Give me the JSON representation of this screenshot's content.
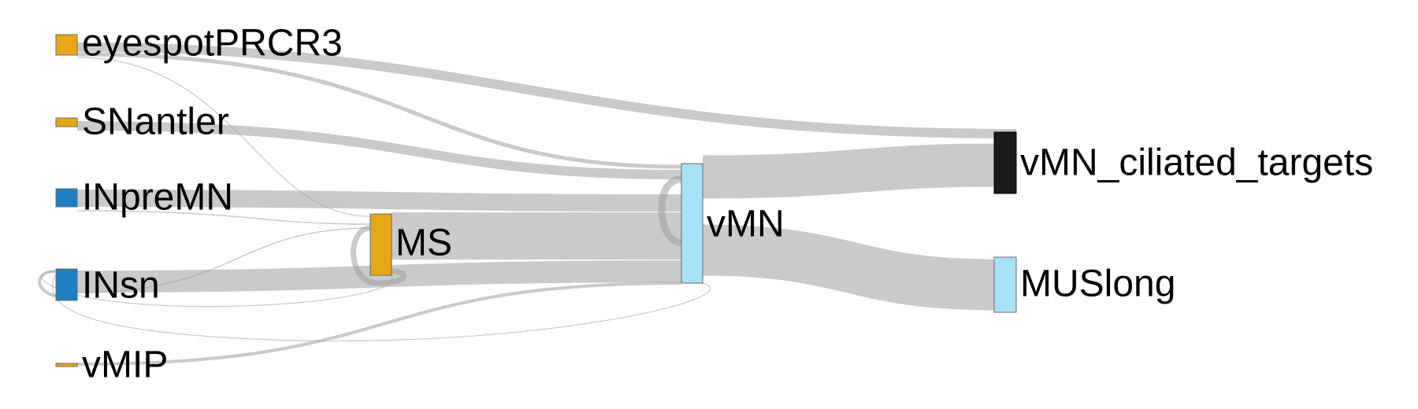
{
  "diagram": {
    "type": "sankey",
    "nodes": [
      {
        "id": "eyespotPRCR3",
        "label": "eyespotPRCR3",
        "color": "#E6A817"
      },
      {
        "id": "SNantler",
        "label": "SNantler",
        "color": "#E6A817"
      },
      {
        "id": "INpreMN",
        "label": "INpreMN",
        "color": "#1F7FC1"
      },
      {
        "id": "INsn",
        "label": "INsn",
        "color": "#1F7FC1"
      },
      {
        "id": "vMIP",
        "label": "vMIP",
        "color": "#E6A817"
      },
      {
        "id": "MS",
        "label": "MS",
        "color": "#E6A817"
      },
      {
        "id": "vMN",
        "label": "vMN",
        "color": "#A8E1FA"
      },
      {
        "id": "vMN_ciliated_targets",
        "label": "vMN_ciliated_targets",
        "color": "#1A1A1A"
      },
      {
        "id": "MUSlong",
        "label": "MUSlong",
        "color": "#A8E1FA"
      }
    ],
    "links": [
      {
        "source": "eyespotPRCR3",
        "target": "vMN_ciliated_targets"
      },
      {
        "source": "eyespotPRCR3",
        "target": "vMN"
      },
      {
        "source": "eyespotPRCR3",
        "target": "MS"
      },
      {
        "source": "SNantler",
        "target": "vMN"
      },
      {
        "source": "INpreMN",
        "target": "vMN"
      },
      {
        "source": "INpreMN",
        "target": "MS"
      },
      {
        "source": "INsn",
        "target": "MS"
      },
      {
        "source": "INsn",
        "target": "vMN"
      },
      {
        "source": "INsn",
        "target": "INsn"
      },
      {
        "source": "vMIP",
        "target": "vMN"
      },
      {
        "source": "MS",
        "target": "MS"
      },
      {
        "source": "MS",
        "target": "vMN"
      },
      {
        "source": "MS",
        "target": "INsn"
      },
      {
        "source": "vMN",
        "target": "vMN"
      },
      {
        "source": "vMN",
        "target": "vMN_ciliated_targets"
      },
      {
        "source": "vMN",
        "target": "MUSlong"
      },
      {
        "source": "vMN",
        "target": "INsn"
      }
    ]
  }
}
